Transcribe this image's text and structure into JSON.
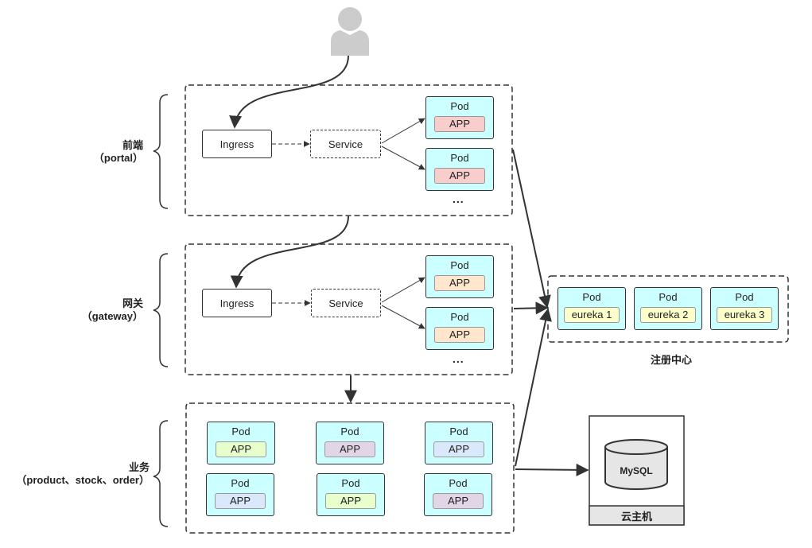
{
  "layers": {
    "frontend": {
      "name": "前端",
      "sub": "（portal）"
    },
    "gateway": {
      "name": "网关",
      "sub": "（gateway）"
    },
    "business": {
      "name": "业务",
      "sub": "（product、stock、order）"
    }
  },
  "frontend": {
    "ingress": "Ingress",
    "service": "Service",
    "pods": [
      {
        "title": "Pod",
        "app": "APP"
      },
      {
        "title": "Pod",
        "app": "APP"
      }
    ],
    "ellipsis": "..."
  },
  "gateway": {
    "ingress": "Ingress",
    "service": "Service",
    "pods": [
      {
        "title": "Pod",
        "app": "APP"
      },
      {
        "title": "Pod",
        "app": "APP"
      }
    ],
    "ellipsis": "..."
  },
  "business": {
    "pods": [
      {
        "title": "Pod",
        "app": "APP"
      },
      {
        "title": "Pod",
        "app": "APP"
      },
      {
        "title": "Pod",
        "app": "APP"
      },
      {
        "title": "Pod",
        "app": "APP"
      },
      {
        "title": "Pod",
        "app": "APP"
      },
      {
        "title": "Pod",
        "app": "APP"
      }
    ]
  },
  "registry": {
    "caption": "注册中心",
    "pods": [
      {
        "title": "Pod",
        "app": "eureka 1"
      },
      {
        "title": "Pod",
        "app": "eureka 2"
      },
      {
        "title": "Pod",
        "app": "eureka 3"
      }
    ]
  },
  "cloud_host": {
    "database": "MySQL",
    "caption": "云主机"
  },
  "colors": {
    "pod_fill": "#ccffff",
    "app_red": "#f8cecc",
    "app_orange": "#ffe6cc",
    "app_green": "#e6ffcc",
    "app_purple": "#e1d5e7",
    "app_blue": "#dae8fc",
    "app_yellow": "#ffffcc",
    "user_icon": "#cccccc",
    "host_footer": "#e6e6e6"
  },
  "icons": {
    "user": "user-icon",
    "database": "database-icon"
  }
}
